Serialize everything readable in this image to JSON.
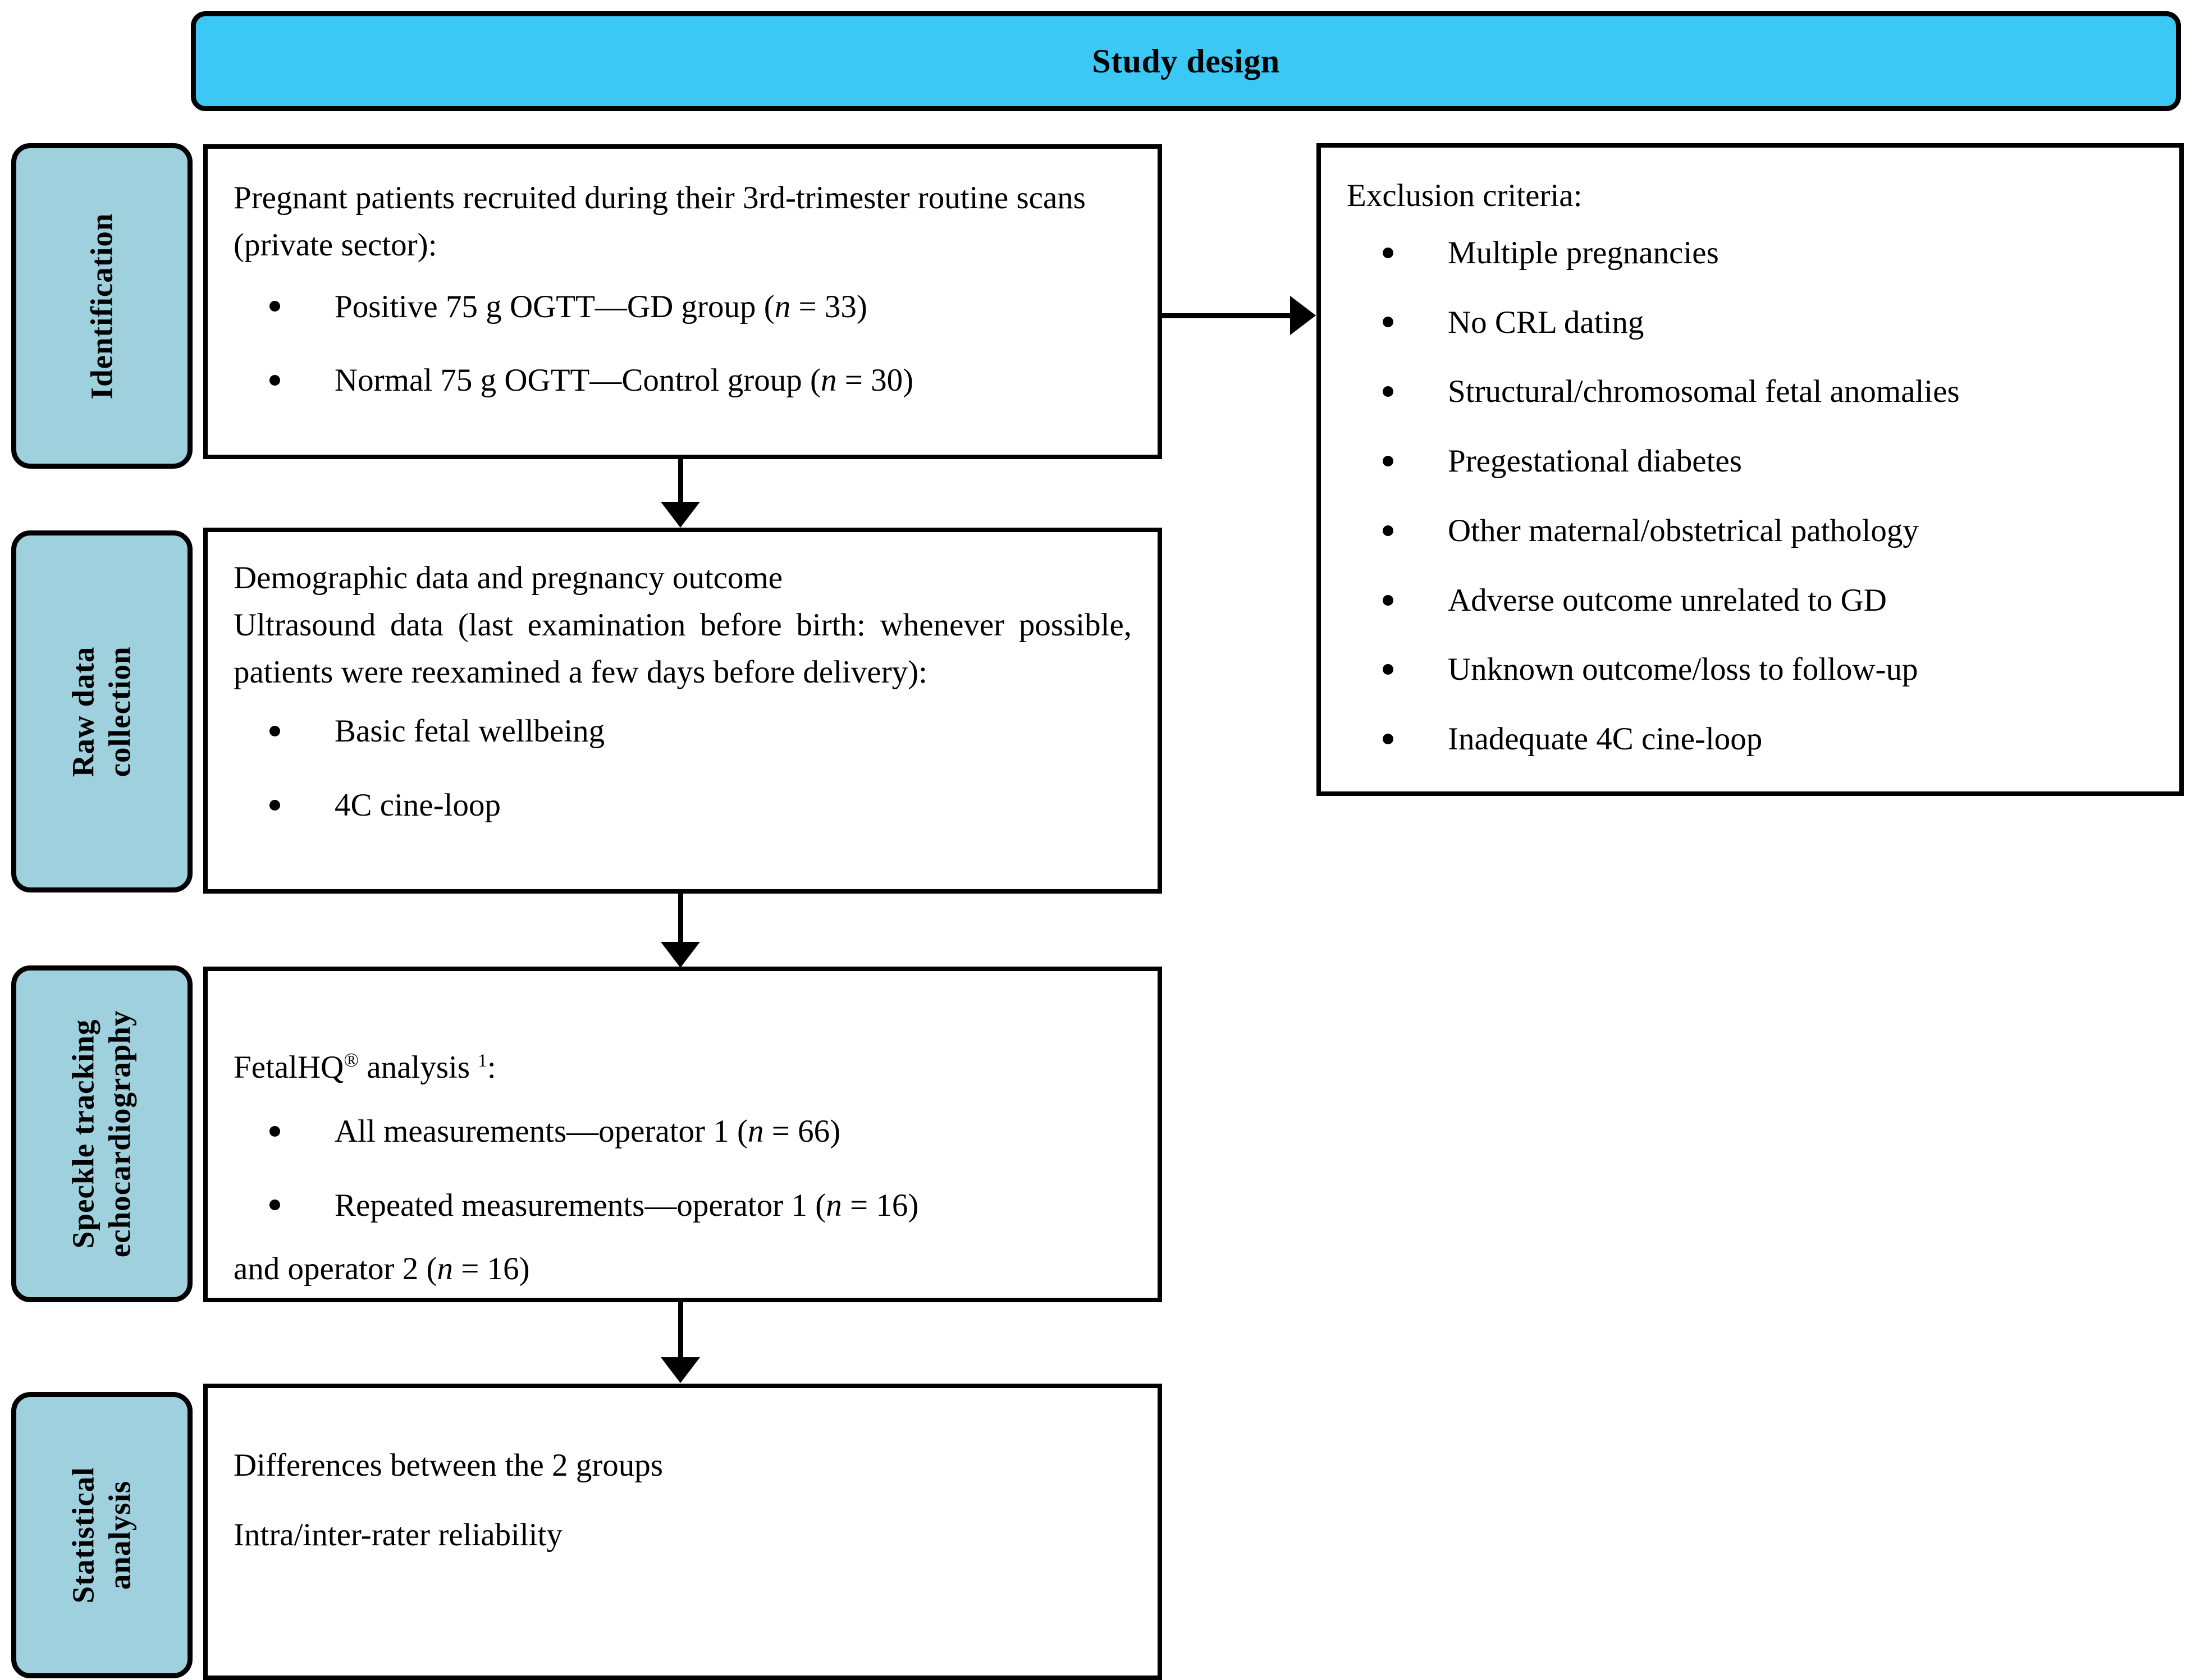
{
  "header": {
    "title": "Study design",
    "bar_color": "#3cc8f5"
  },
  "stage_tab_color": "#9ed0dd",
  "stages": [
    {
      "id": "identification",
      "label_line1": "Identification",
      "label_line2": ""
    },
    {
      "id": "raw-data-collection",
      "label_line1": "Raw data",
      "label_line2": "collection"
    },
    {
      "id": "speckle-tracking-echocardiography",
      "label_line1": "Speckle tracking",
      "label_line2": "echocardiography"
    },
    {
      "id": "statistical-analysis",
      "label_line1": "Statistical",
      "label_line2": "analysis"
    }
  ],
  "identification_box": {
    "intro": "Pregnant patients recruited during their 3rd-trimester routine scans (private sector):",
    "bullets": [
      {
        "pre": "Positive 75 g OGTT—GD group (",
        "ital": "n",
        "post": " = 33)"
      },
      {
        "pre": "Normal 75 g OGTT—Control group (",
        "ital": "n",
        "post": " = 30)"
      }
    ]
  },
  "exclusion_box": {
    "title": "Exclusion criteria:",
    "items": [
      "Multiple pregnancies",
      "No CRL dating",
      "Structural/chromosomal fetal anomalies",
      "Pregestational diabetes",
      "Other maternal/obstetrical pathology",
      "Adverse outcome unrelated to GD",
      "Unknown outcome/loss to follow-up",
      "Inadequate 4C cine-loop"
    ]
  },
  "raw_data_box": {
    "line1": "Demographic data and pregnancy outcome",
    "line2": "Ultrasound data (last examination before birth: whenever possible, patients were reexamined a few days before delivery):",
    "bullets": [
      "Basic fetal wellbeing",
      "4C cine-loop"
    ]
  },
  "speckle_box": {
    "title_pre": "FetalHQ",
    "title_reg": "®",
    "title_mid": " analysis ",
    "title_sup": "1",
    "title_post": ":",
    "bullets": [
      {
        "pre": "All measurements—operator 1 (",
        "ital": "n",
        "post": " = 66)"
      },
      {
        "pre": "Repeated measurements—operator 1 (",
        "ital": "n",
        "post": " = 16)"
      }
    ],
    "trailing": {
      "pre": "and operator 2 (",
      "ital": "n",
      "post": " = 16)"
    }
  },
  "statistics_box": {
    "line1": "Differences between the 2 groups",
    "line2": "Intra/inter-rater reliability"
  }
}
